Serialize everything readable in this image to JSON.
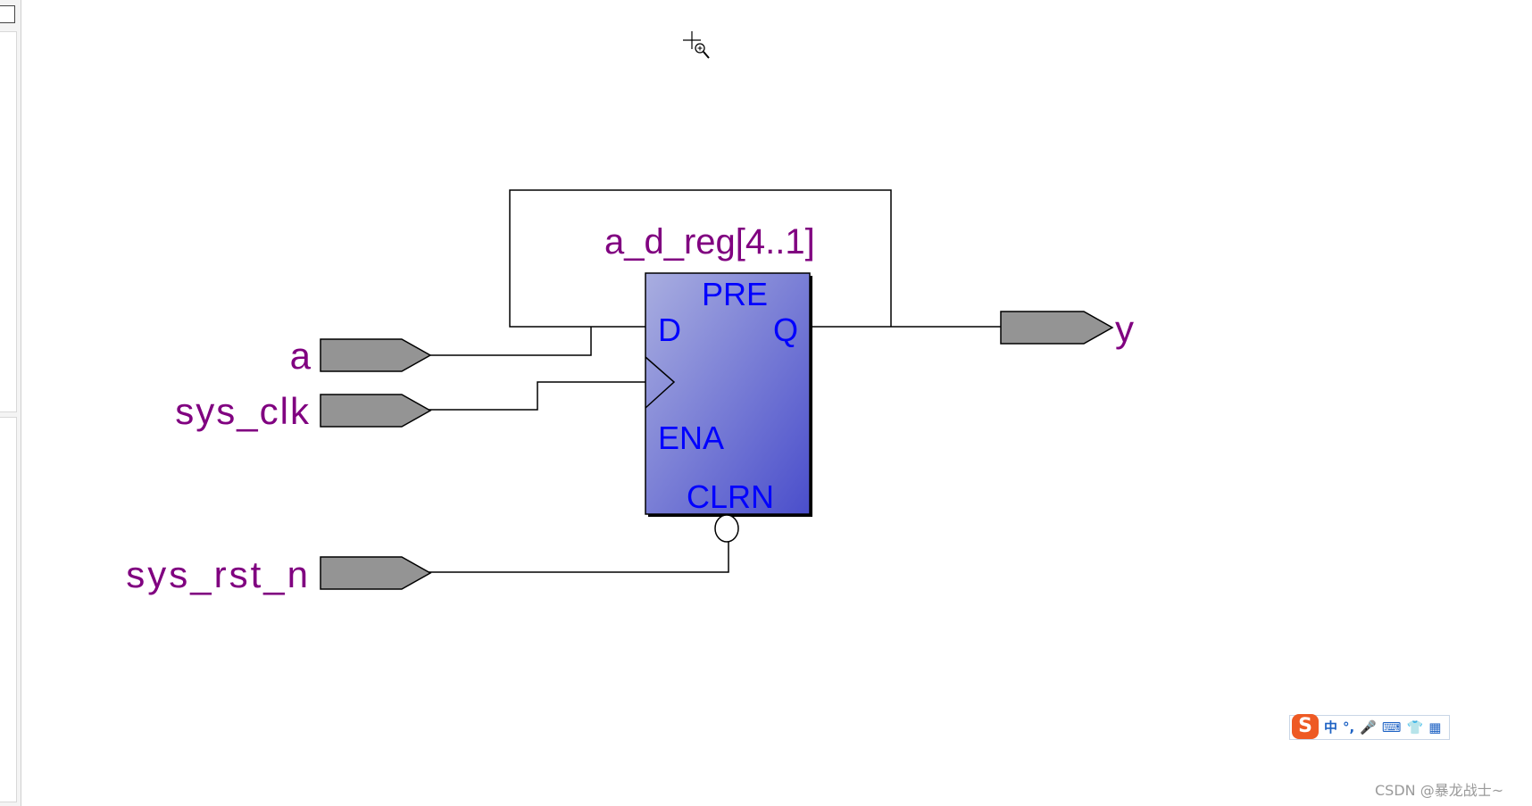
{
  "register": {
    "name": "a_d_reg[4..1]",
    "pins": {
      "pre": "PRE",
      "d": "D",
      "q": "Q",
      "ena": "ENA",
      "clrn": "CLRN"
    }
  },
  "inputs": [
    {
      "label": "a"
    },
    {
      "label": "sys_clk"
    },
    {
      "label": "sys_rst_n"
    }
  ],
  "output": {
    "label": "y"
  },
  "ime": {
    "logo": "S",
    "items": [
      "中",
      "°,",
      "🎤",
      "⌨",
      "👕",
      "▦"
    ]
  },
  "watermark": "CSDN @暴龙战士~",
  "colors": {
    "wire": "#000000",
    "label": "#800080",
    "pin_label": "#0000ff",
    "port_fill": "#949494",
    "reg_top": "#a9aee0",
    "reg_bottom": "#4a4ecb"
  },
  "icons": {
    "cursor": "zoom-crosshair-icon"
  }
}
